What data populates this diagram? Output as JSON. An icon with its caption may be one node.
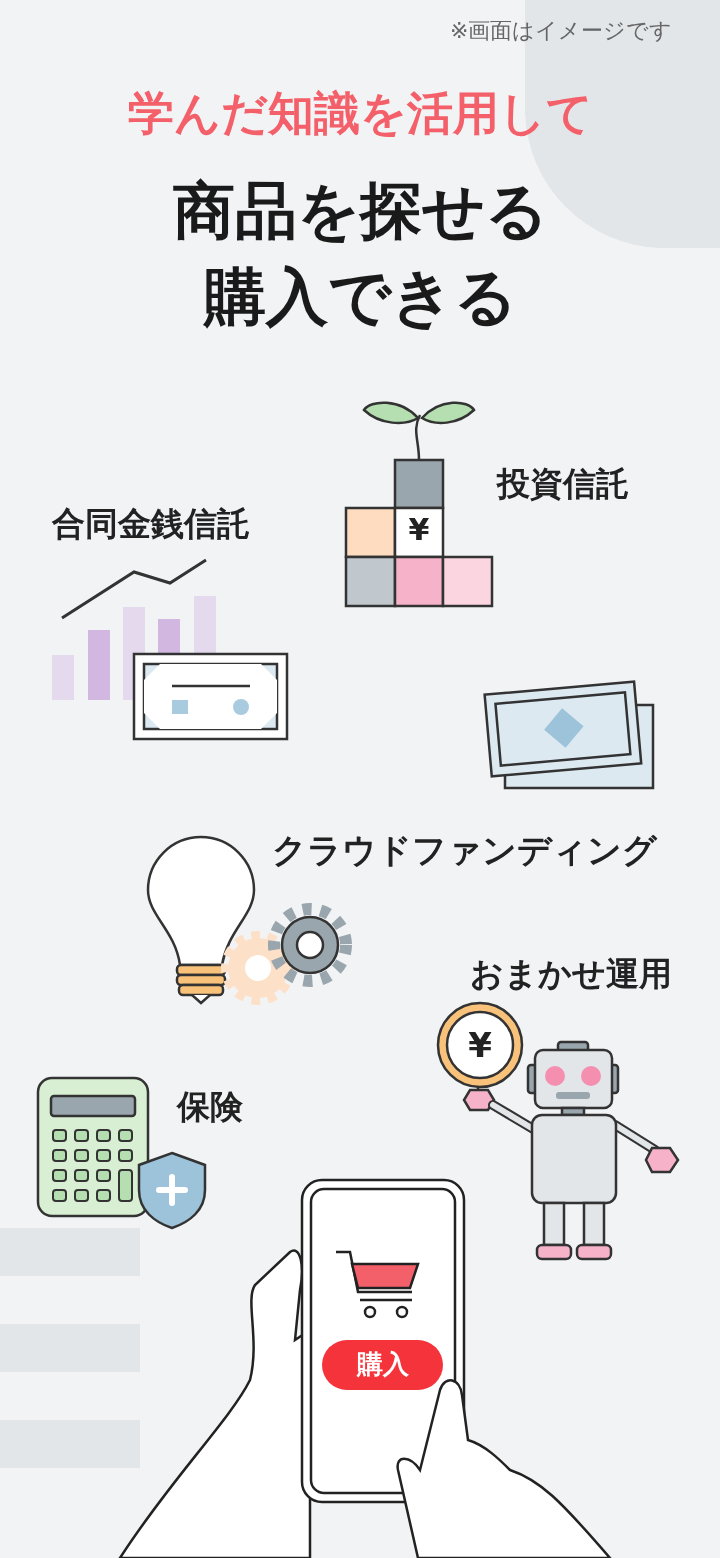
{
  "diagram": {
    "title": "商品を探せる購入できる",
    "labels": [
      "※画面はイメージです",
      "学んだ知識を活用して",
      "投資信託",
      "合同金銭信託",
      "¥",
      "クラウドファンディング",
      "おまかせ運用",
      "¥",
      "保険",
      "購入"
    ]
  }
}
